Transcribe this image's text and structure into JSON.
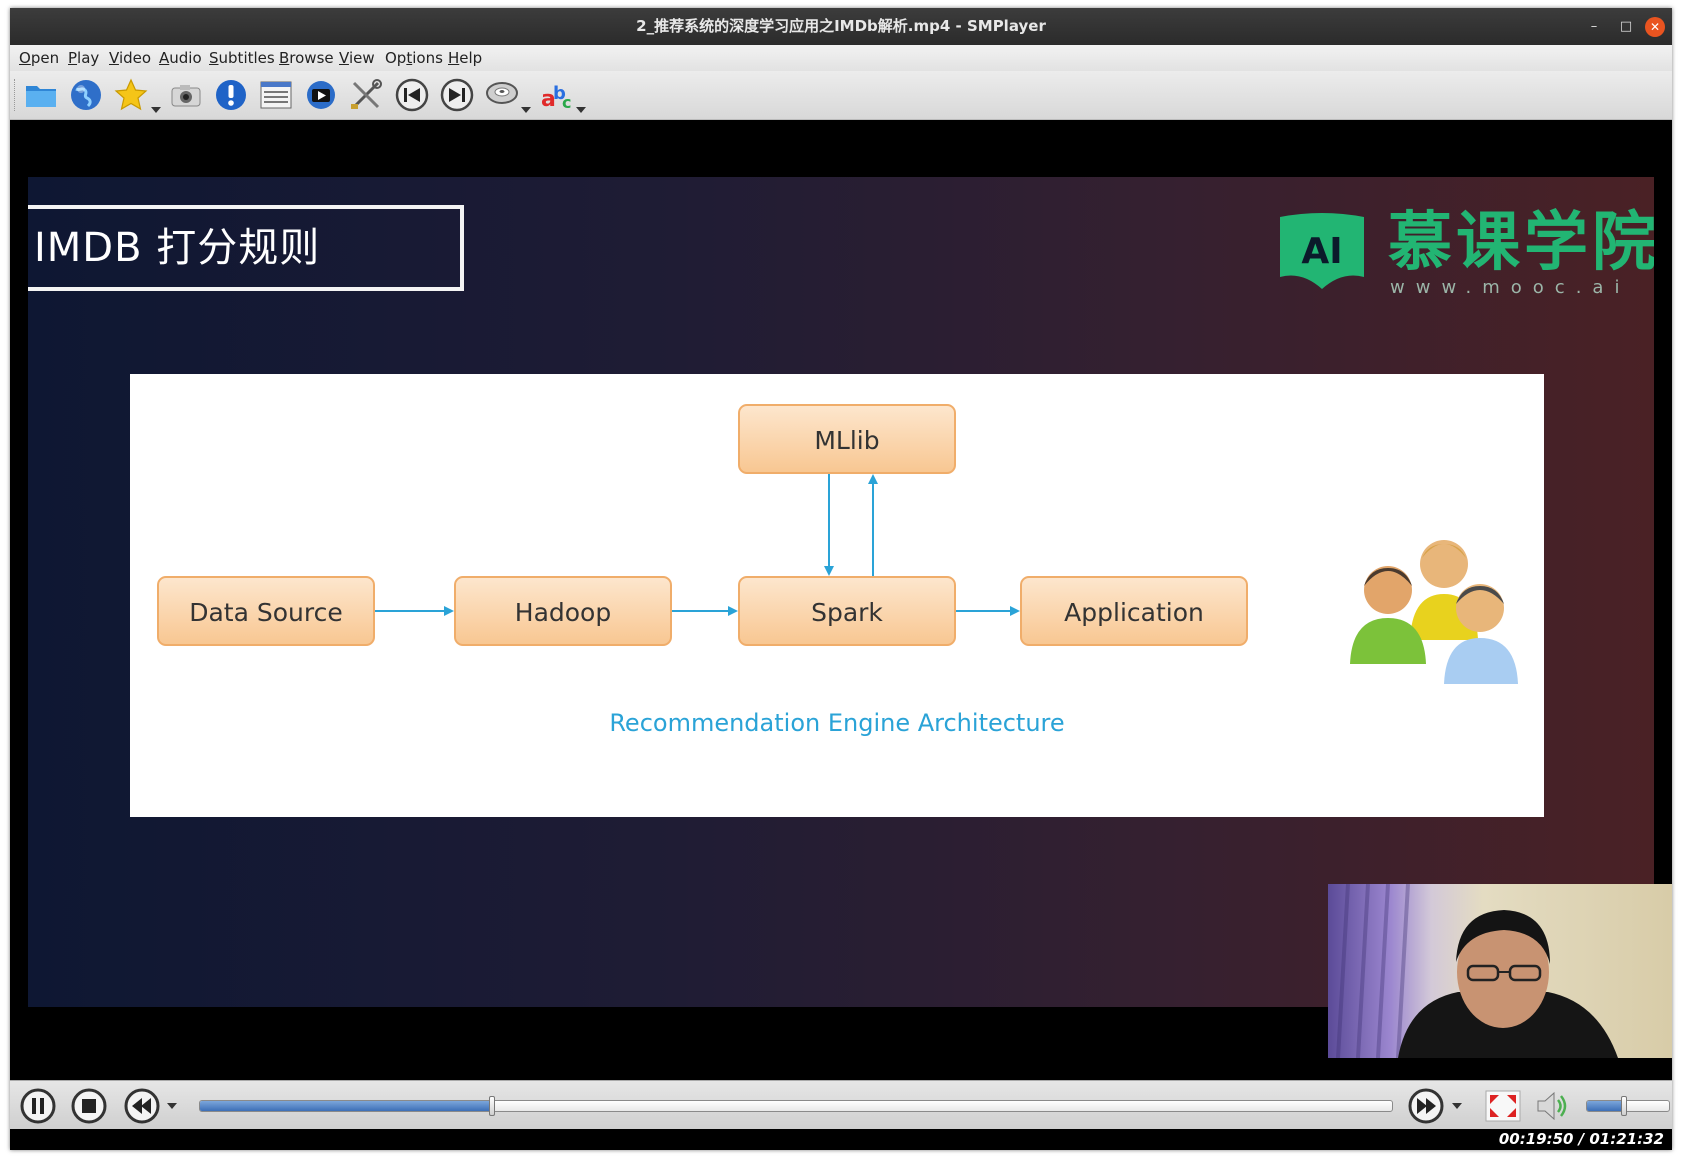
{
  "window": {
    "title": "2_推荐系统的深度学习应用之IMDb解析.mp4 - SMPlayer",
    "controls": {
      "minimize": "–",
      "maximize": "□",
      "close": "✕"
    }
  },
  "menu": [
    {
      "label": "Open",
      "key": "O"
    },
    {
      "label": "Play",
      "key": "P"
    },
    {
      "label": "Video",
      "key": "V"
    },
    {
      "label": "Audio",
      "key": "A"
    },
    {
      "label": "Subtitles",
      "key": "S"
    },
    {
      "label": "Browse",
      "key": "B"
    },
    {
      "label": "View",
      "key": "V"
    },
    {
      "label": "Options",
      "key": "t"
    },
    {
      "label": "Help",
      "key": "H"
    }
  ],
  "toolbar_icons": [
    "open-folder-icon",
    "open-url-globe-icon",
    "favorites-star-icon",
    "screenshot-camera-icon",
    "info-icon",
    "playlist-icon",
    "video-preferences-icon",
    "tools-icon",
    "previous-icon",
    "next-icon",
    "audio-disc-icon",
    "subtitles-abc-icon"
  ],
  "slide": {
    "title": "IMDB 打分规则",
    "logo_text": "慕课学院",
    "logo_mark": "AI",
    "logo_url": "www.mooc.ai",
    "diagram": {
      "nodes": {
        "data_source": "Data Source",
        "hadoop": "Hadoop",
        "spark": "Spark",
        "mllib": "MLlib",
        "application": "Application"
      },
      "caption": "Recommendation Engine Architecture"
    }
  },
  "controls": {
    "progress": 0.245,
    "volume": 0.45,
    "time": "00:19:50 / 01:21:32"
  },
  "colors": {
    "accent_blue": "#2aa3d7",
    "node_fill": "#f8c792",
    "logo_green": "#22b573",
    "close_orange": "#e95420"
  }
}
